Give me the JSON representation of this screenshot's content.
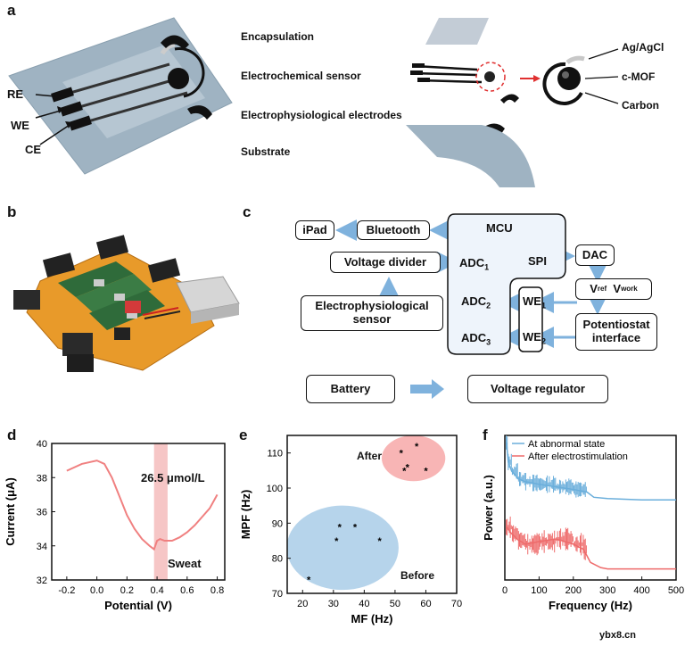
{
  "panels": {
    "a": {
      "label": "a",
      "electrodes": [
        "RE",
        "WE",
        "CE"
      ],
      "layers": [
        "Encapsulation",
        "Electrochemical sensor",
        "Electrophysiological electrodes",
        "Substrate"
      ],
      "callouts": [
        "Ag/AgCl",
        "c-MOF",
        "Carbon"
      ]
    },
    "b": {
      "label": "b"
    },
    "c": {
      "label": "c",
      "boxes": {
        "ipad": "iPad",
        "bluetooth": "Bluetooth",
        "voltage_divider": "Voltage divider",
        "ephys_line1": "Electrophysiological",
        "ephys_line2": "sensor",
        "mcu": "MCU",
        "adc1": "ADC",
        "adc1_sub": "1",
        "spi": "SPI",
        "adc2": "ADC",
        "adc2_sub": "2",
        "adc3": "ADC",
        "adc3_sub": "3",
        "we1": "WE",
        "we1_sub": "1",
        "we2": "WE",
        "we2_sub": "2",
        "dac": "DAC",
        "vref": "V",
        "vref_sub": "ref",
        "vwork": "V",
        "vwork_sub": "work",
        "potentiostat_line1": "Potentiostat",
        "potentiostat_line2": "interface",
        "battery": "Battery",
        "voltage_regulator": "Voltage regulator"
      }
    },
    "d": {
      "label": "d",
      "annotation": "26.5 μmol/L",
      "corner_text": "Sweat"
    },
    "e": {
      "label": "e",
      "after_label": "After",
      "before_label": "Before"
    },
    "f": {
      "label": "f"
    }
  },
  "colors": {
    "substrate": "#9fb3c2",
    "encapsulation": "#c3ccd6",
    "mcu_fill": "#eef4fb",
    "arrow": "#7fb2dd",
    "d_line": "#f08080",
    "d_band": "#f6c6c6",
    "e_after_fill": "#f7a8a8",
    "e_before_fill": "#a9cce8",
    "f_blue": "#6aaedb",
    "f_red": "#ee6b6b",
    "red_dash": "#e03030"
  },
  "chart_data": [
    {
      "panel": "d",
      "type": "line",
      "xlabel": "Potential (V)",
      "ylabel": "Current (μA)",
      "xlim": [
        -0.3,
        0.85
      ],
      "ylim": [
        32,
        40
      ],
      "xticks": [
        -0.2,
        0.0,
        0.2,
        0.4,
        0.6,
        0.8
      ],
      "xtick_labels": [
        "-0.2",
        "0.0",
        "0.2",
        "0.4",
        "0.6",
        "0.8"
      ],
      "yticks": [
        32,
        34,
        36,
        38,
        40
      ],
      "ytick_labels": [
        "32",
        "34",
        "36",
        "38",
        "40"
      ],
      "highlight_band": [
        0.38,
        0.47
      ],
      "series": [
        {
          "x": [
            -0.2,
            -0.1,
            0.0,
            0.05,
            0.1,
            0.15,
            0.2,
            0.25,
            0.3,
            0.35,
            0.38,
            0.4,
            0.42,
            0.45,
            0.5,
            0.55,
            0.6,
            0.65,
            0.7,
            0.75,
            0.8
          ],
          "y": [
            38.4,
            38.8,
            39.0,
            38.8,
            38.0,
            36.9,
            35.8,
            35.0,
            34.4,
            34.0,
            33.8,
            34.3,
            34.4,
            34.3,
            34.3,
            34.5,
            34.8,
            35.2,
            35.7,
            36.2,
            37.0
          ]
        }
      ]
    },
    {
      "panel": "e",
      "type": "scatter",
      "xlabel": "MF (Hz)",
      "ylabel": "MPF (Hz)",
      "xlim": [
        15,
        70
      ],
      "ylim": [
        70,
        115
      ],
      "xticks": [
        20,
        30,
        40,
        50,
        60,
        70
      ],
      "xtick_labels": [
        "20",
        "30",
        "40",
        "50",
        "60",
        "70"
      ],
      "yticks": [
        70,
        80,
        90,
        100,
        110
      ],
      "ytick_labels": [
        "70",
        "80",
        "90",
        "100",
        "110"
      ],
      "series": [
        {
          "name": "After",
          "x": [
            52,
            53,
            54,
            57,
            60
          ],
          "y": [
            110,
            105,
            106,
            112,
            105
          ]
        },
        {
          "name": "Before",
          "x": [
            22,
            31,
            32,
            37,
            45
          ],
          "y": [
            74,
            85,
            89,
            89,
            85
          ]
        }
      ]
    },
    {
      "panel": "f",
      "type": "line",
      "xlabel": "Frequency (Hz)",
      "ylabel": "Power (a.u.)",
      "xlim": [
        0,
        500
      ],
      "xticks": [
        0,
        100,
        200,
        300,
        400,
        500
      ],
      "xtick_labels": [
        "0",
        "100",
        "200",
        "300",
        "400",
        "500"
      ],
      "series": [
        {
          "name": "At abnormal state",
          "x": [
            5,
            10,
            20,
            40,
            60,
            80,
            100,
            150,
            200,
            240,
            260,
            300,
            400,
            500
          ],
          "y": [
            1.0,
            0.85,
            0.78,
            0.72,
            0.7,
            0.69,
            0.68,
            0.66,
            0.64,
            0.62,
            0.58,
            0.57,
            0.56,
            0.56
          ]
        },
        {
          "name": "After electrostimulation",
          "x": [
            5,
            20,
            40,
            60,
            100,
            150,
            200,
            230,
            250,
            280,
            300,
            400,
            500
          ],
          "y": [
            0.35,
            0.3,
            0.25,
            0.22,
            0.24,
            0.26,
            0.22,
            0.18,
            0.08,
            0.04,
            0.03,
            0.03,
            0.03
          ]
        }
      ]
    }
  ],
  "watermark": "ybx8.cn"
}
